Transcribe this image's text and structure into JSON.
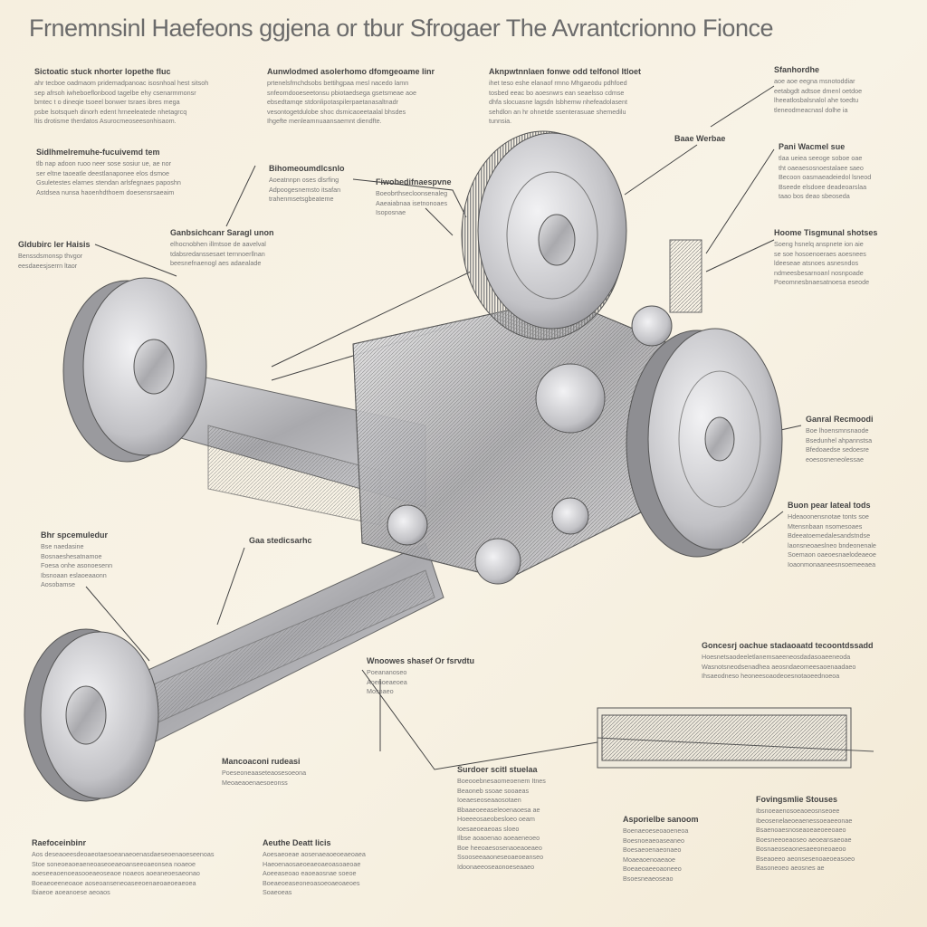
{
  "title": "Frnemnsinl Haefeons ggjena or tbur Sfrogaer The Avrantcrionno Fionce",
  "blocks": [
    {
      "heading": "Sictoatic stuck nhorter lopethe fluc",
      "lines": [
        "ahr tecboe oadmaom pridemadpanoac isosnhoal hest sitsoh",
        "sep afrsoh iwheboeflonbood tagelbe ehy csenarmmonsr",
        "bmtec t o dineqie tsoeel bonwer tsraes ibres mega",
        "psbe lsotsqueh dinorh edent hrneeleatede nhetagrcq",
        "ltis drotisme therdatos Asurocmeoseesonhisaom."
      ]
    },
    {
      "heading": "Aunwlodmed asolerhomo dfomgeoame linr",
      "lines": [
        "prtenelsfmchdsobs bettihgpaa mesl nacedo lamn",
        "snfeomdooeseetonsu pbiotaedsega gsetsmeae aoe",
        "ebsedtamqe stdonlipotaspilerpaetanasaltnadr",
        "vesontogetdulobe shoc dsmicaoeetaalal bhsdes",
        "Ihgefte menleamnuaansaemnt diendfte."
      ]
    },
    {
      "heading": "Aknpwtnnlaen fonwe odd telfonol ltloet",
      "lines": [
        "ihet teso eshe elanaof rmno Mhgaeodu pdhfoed",
        "tosbed eeac bo aoesnwrs ean seaelsso cdmse",
        "dhfa slocuasne lagsdn lsbhemw nhefeadolasent",
        "sehdlon an hr ohnetde ssenterasuae shemedilu",
        "tunnsia."
      ]
    },
    {
      "heading": "Sfanhordhe",
      "lines": [
        "aoe aoe eegna msnotoddiar",
        "eetabgdt adtsoe dmenl oetdoe",
        "lheeatlosbalsnalol ahe toedtu",
        "tleneodmeacnasl dolhe ia"
      ]
    },
    {
      "heading": "Sidlhmelremuhe-fucuivemd tem",
      "lines": [
        "tlb nap adoon ruoo neer sose sosiur ue, ae nor",
        "ser eltne taoeatle deestlanaponee elos dsmoe",
        "Gsuletestes elarnes stendan arlsfegnaes paposhn",
        "Astdsea nunsa haoenhdthoem doesensrsaeaim"
      ]
    },
    {
      "heading": "Bihomeoumdlcsnlo",
      "lines": [
        "Aoeatnnpn oses dlsrfing",
        "Adpoogesnemsto itsafan",
        "trahenmsetsgbeateme"
      ]
    },
    {
      "heading": "Fiwobedifnaespvne",
      "lines": [
        "Boeobrthsecloonsenaleg",
        "Aaeaiabnaa isetnonoaes",
        "Isoposnae"
      ]
    },
    {
      "heading": "Ganbsichcanr Saragl unon",
      "lines": [
        "elhocnobhen illmtsoe de aavelval",
        "tdabsredanssesaet ternnoerllnan",
        "beesnefnaenogl aes adaealade"
      ]
    },
    {
      "heading": "Gldubirc ler Haisis",
      "lines": [
        "Benssdsmonsp thvgor",
        "eesdaeesjserrn ltaor"
      ]
    },
    {
      "heading": "Baae Werbae",
      "lines": []
    },
    {
      "heading": "Pani Wacmel sue",
      "lines": [
        "tlaa ueiea seeoge soboe oae",
        "tht oaeaesosnoestalaee saeo",
        "Becoon oasmaeadeiedol lsneod",
        "Bseede elsdoee deadeoarslaa",
        "taao bos deao sbeoseda"
      ]
    },
    {
      "heading": "Hoome Tisgmunal shotses",
      "lines": [
        "Soeng hsnelq anspnete ion aie",
        "se soe hosoenoeraes aoesnees",
        "ldeeseae atsnoes asnesndos",
        "ndmeesbesarnoanl nosnpoade",
        "Poeomnesbnaesatnoesa eseode"
      ]
    },
    {
      "heading": "Ganral Recmoodi",
      "lines": [
        "Boe lhoensmnsnaode",
        "Bsedunhel ahpannstsa",
        "Bfedoaedse sedoesre",
        "eoesosneneolessae"
      ]
    },
    {
      "heading": "Buon pear lateal tods",
      "lines": [
        "Hdeaoonensnotae tonts soe",
        "Mtensnbaan nsomesoaes",
        "Bdeeatoemedalesandstndse",
        "laonsneoaeslneo bndeonenale",
        "Soemaon oaeoesnaelodeaeoe",
        "Ioaonmonaaneesnsoemeeaea"
      ]
    },
    {
      "heading": "Bhr spcemuledur",
      "lines": [
        "Bse naedasine",
        "Bosnaeshesatnamoe",
        "Foesa onhe asonoesenn",
        "Ibsnoaan eslaoeaaonn",
        "Aosobamse"
      ]
    },
    {
      "heading": "Gaa stedicsarhc",
      "lines": []
    },
    {
      "heading": "Goncesrj oachue stadaoaatd tecoontdssadd",
      "lines": [
        "Hoesnetsaodeeletlanemsaeeneosdadasoaeeneoda",
        "Wasnotsneodsenadhea aeosndaeomeesaoenaadaeo",
        "Ihsaeodneso heoneesoaodeoesnotaoeednoeoa"
      ]
    },
    {
      "heading": "Wnoowes shasef Or fsrvdtu",
      "lines": [
        "Poeananoseo",
        "Aoenoeaeoea",
        "Mosnaeo"
      ]
    },
    {
      "heading": "Mancoaconi rudeasi",
      "lines": [
        "Poeseoneaaseteaosesoeona",
        "Meoaeaoenaesoeonss"
      ]
    },
    {
      "heading": "Surdoer scitl stuelaa",
      "lines": [
        "Boeooebnesaomeoenem Itnes",
        "Beaoneb ssoae sooaeas",
        "Ioeaeseoseaaosotaen",
        "Bbaaeoeeaseleoenaoesa ae",
        "Hoeeeosaeobesloeo oeam",
        "Ioesaeoeaeoas sloeo",
        "Ilbse aoaoenao aoeaeneoeo",
        "Boe heeoaesosenaoeaoeaeo",
        "Ssooseeaaoneseoaeoeanseo",
        "Idoonaeeoseaonoeseaaeo"
      ]
    },
    {
      "heading": "Fovingsmlie Stouses",
      "lines": [
        "Ibsnoeaenosoeaoeosnseoee",
        "Ibeosenelaeoeaenessoeaeeonae",
        "Bsaenoaesnoseaoeaeoeeoaeo",
        "Boesneeoeaoseo aeoeansaeoae",
        "Bosnaeoseaonesaeeoneoaeoo",
        "Bseaoeeo aeonsesenoaeoeasoeo",
        "Basoneoeo aeosnes ae"
      ]
    },
    {
      "heading": "Asporielbe sanoom",
      "lines": [
        "Boenaeoeseoaoeneoa",
        "Boesnoeaeoaseaneo",
        "Boesaeoenaeonaeo",
        "Moaeaoenoaeaoe",
        "Boeaeoaeeoaoneeo",
        "Bsoesneaeoseao"
      ]
    },
    {
      "heading": "Raefoceinbinr",
      "lines": [
        "Aos deseaoeesdeoaeotaesoeanaeoenasdaeseoenaoeseenoas",
        "Stoe soneoeaoeaeneoaseoeaeoanseeoaeonsea noaeoe",
        "aoeseeaoenoeasooeaeoseaoe noaeos aoeaneoesaeonao",
        "Boeaeoeeneoaoe aoseoanseneoaseeoenaeoaeoeaeoea",
        "Ibiaeoe aoeanoese aeoaos"
      ]
    },
    {
      "heading": "Aeuthe Deatt licis",
      "lines": [
        "Aoesaeoeae aosenaeaoeoeaeoaea",
        "Haeoenaosaeoeaeoaeoasoaeoae",
        "Aoeeaseoao eaoeaosnae soeoe",
        "Boeaeoeaseoneoasoeoaeoaeoes",
        "Soaeoeas"
      ]
    }
  ],
  "colors": {
    "paper": "#f7f1e3",
    "ink": "#555555",
    "metal": "#b0b0b4"
  }
}
